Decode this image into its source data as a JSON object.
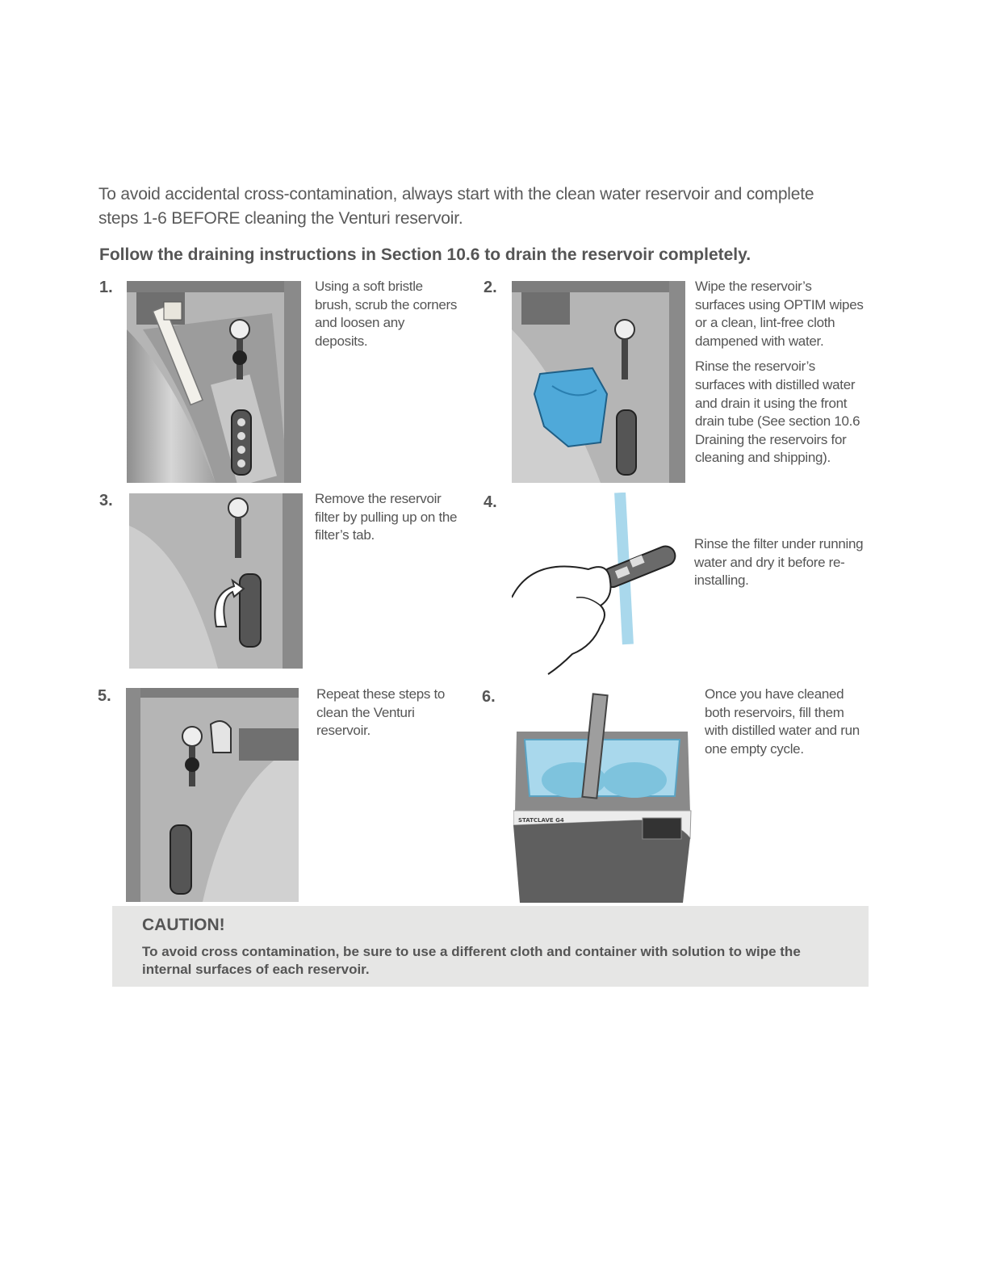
{
  "intro": "To avoid accidental cross-contamination, always start with the clean water reservoir and complete steps 1-6 BEFORE cleaning the Venturi reservoir.",
  "heading": "Follow the draining instructions in Section 10.6 to drain the reservoir completely.",
  "steps": [
    {
      "number": "1.",
      "paragraphs": [
        "Using a soft bristle brush, scrub the corners and loosen any deposits."
      ]
    },
    {
      "number": "2.",
      "paragraphs": [
        "Wipe the reservoir’s surfaces using OPTIM wipes or a clean, lint-free cloth dampened with water.",
        "Rinse the reservoir’s surfaces with distilled water and drain it using the front drain tube (See section 10.6 Draining the reservoirs for cleaning and shipping)."
      ]
    },
    {
      "number": "3.",
      "paragraphs": [
        "Remove the reservoir filter by pulling up on the filter’s tab."
      ]
    },
    {
      "number": "4.",
      "paragraphs": [
        "Rinse the filter under running water and dry it before re-installing."
      ]
    },
    {
      "number": "5.",
      "paragraphs": [
        "Repeat these steps to clean the Venturi reservoir."
      ]
    },
    {
      "number": "6.",
      "paragraphs": [
        "Once you have cleaned both reservoirs, fill them with distilled water and run one empty cycle."
      ]
    }
  ],
  "device_label": "STATCLAVE G4",
  "caution": {
    "title": "CAUTION!",
    "body": "To avoid cross contamination, be sure to use a different cloth and container with solution to wipe the internal surfaces of each reservoir."
  },
  "colors": {
    "text": "#555555",
    "caution_bg": "#e6e6e5",
    "cloth_blue": "#4fa9d9",
    "water_blue": "#a9d8ec",
    "reservoir_gray": "#bdbdbd"
  }
}
